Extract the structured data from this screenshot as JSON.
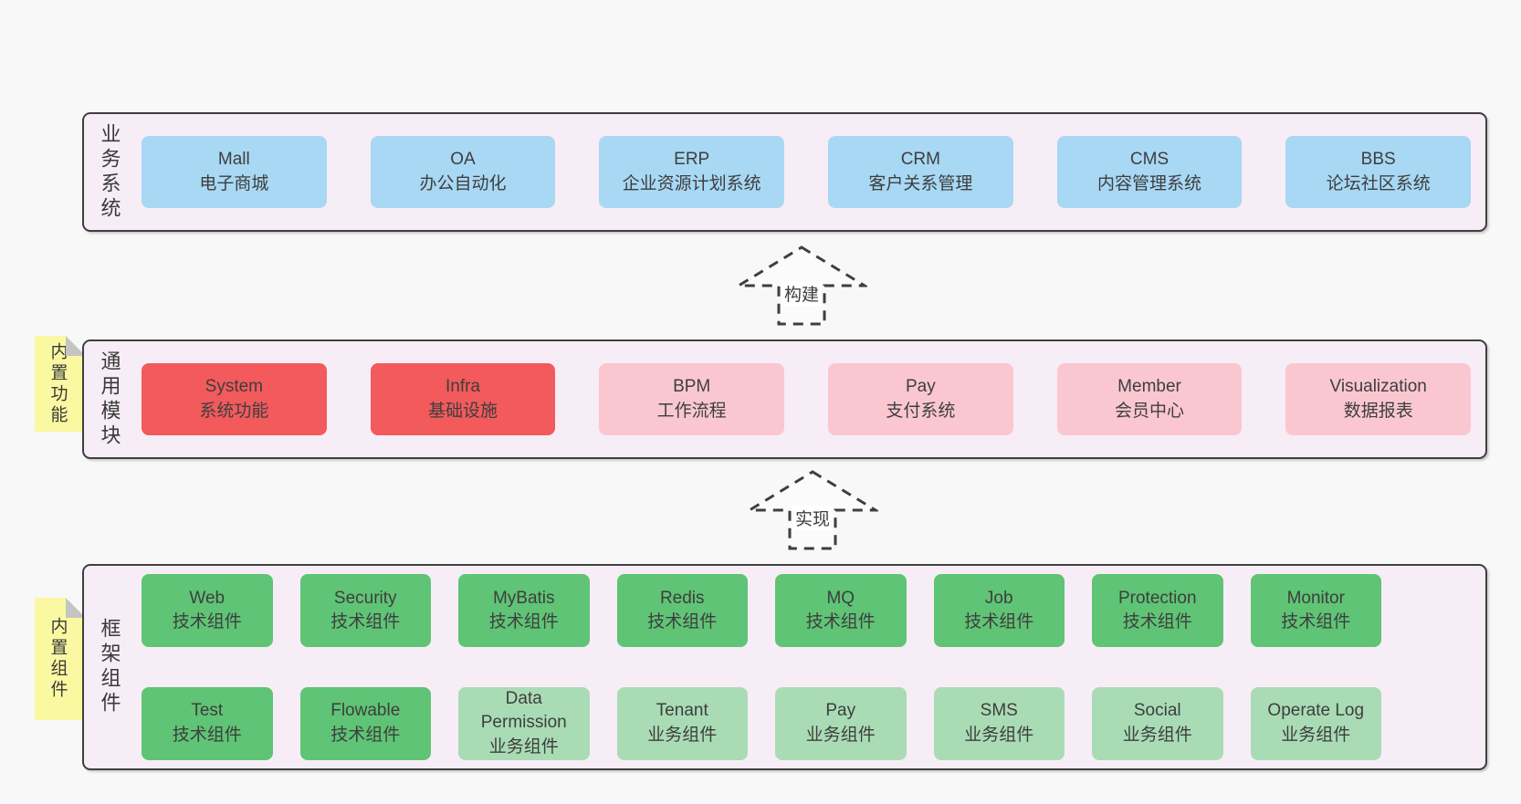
{
  "colors": {
    "bg": "#F8F8F8",
    "containerFill": "#F7EDF6",
    "borderDark": "#3F3F3F",
    "blue": "#A8D8F4",
    "red": "#F25A5C",
    "pink": "#FAC7D1",
    "green": "#5FC475",
    "greenLight": "#A9DCB4",
    "noteYellow": "#FAF9A1",
    "foldGray": "#C4C4C4",
    "text": "#3E3E3E"
  },
  "arrows": [
    {
      "label": "构建"
    },
    {
      "label": "实现"
    }
  ],
  "layers": [
    {
      "id": "business-systems",
      "label": "业务系统",
      "boxes": [
        {
          "title": "Mall",
          "subtitle": "电子商城"
        },
        {
          "title": "OA",
          "subtitle": "办公自动化"
        },
        {
          "title": "ERP",
          "subtitle": "企业资源计划系统"
        },
        {
          "title": "CRM",
          "subtitle": "客户关系管理"
        },
        {
          "title": "CMS",
          "subtitle": "内容管理系统"
        },
        {
          "title": "BBS",
          "subtitle": "论坛社区系统"
        }
      ]
    },
    {
      "id": "common-modules",
      "label": "通用模块",
      "note": "内置功能",
      "boxes": [
        {
          "title": "System",
          "subtitle": "系统功能"
        },
        {
          "title": "Infra",
          "subtitle": "基础设施"
        },
        {
          "title": "BPM",
          "subtitle": "工作流程"
        },
        {
          "title": "Pay",
          "subtitle": "支付系统"
        },
        {
          "title": "Member",
          "subtitle": "会员中心"
        },
        {
          "title": "Visualization",
          "subtitle": "数据报表"
        }
      ]
    },
    {
      "id": "framework-components",
      "label": "框架组件",
      "note": "内置组件",
      "rows": [
        [
          {
            "title": "Web",
            "subtitle": "技术组件"
          },
          {
            "title": "Security",
            "subtitle": "技术组件"
          },
          {
            "title": "MyBatis",
            "subtitle": "技术组件"
          },
          {
            "title": "Redis",
            "subtitle": "技术组件"
          },
          {
            "title": "MQ",
            "subtitle": "技术组件"
          },
          {
            "title": "Job",
            "subtitle": "技术组件"
          },
          {
            "title": "Protection",
            "subtitle": "技术组件"
          },
          {
            "title": "Monitor",
            "subtitle": "技术组件"
          }
        ],
        [
          {
            "title": "Test",
            "subtitle": "技术组件"
          },
          {
            "title": "Flowable",
            "subtitle": "技术组件"
          },
          {
            "title": "Data Permission",
            "subtitle": "业务组件"
          },
          {
            "title": "Tenant",
            "subtitle": "业务组件"
          },
          {
            "title": "Pay",
            "subtitle": "业务组件"
          },
          {
            "title": "SMS",
            "subtitle": "业务组件"
          },
          {
            "title": "Social",
            "subtitle": "业务组件"
          },
          {
            "title": "Operate Log",
            "subtitle": "业务组件"
          }
        ]
      ]
    }
  ]
}
